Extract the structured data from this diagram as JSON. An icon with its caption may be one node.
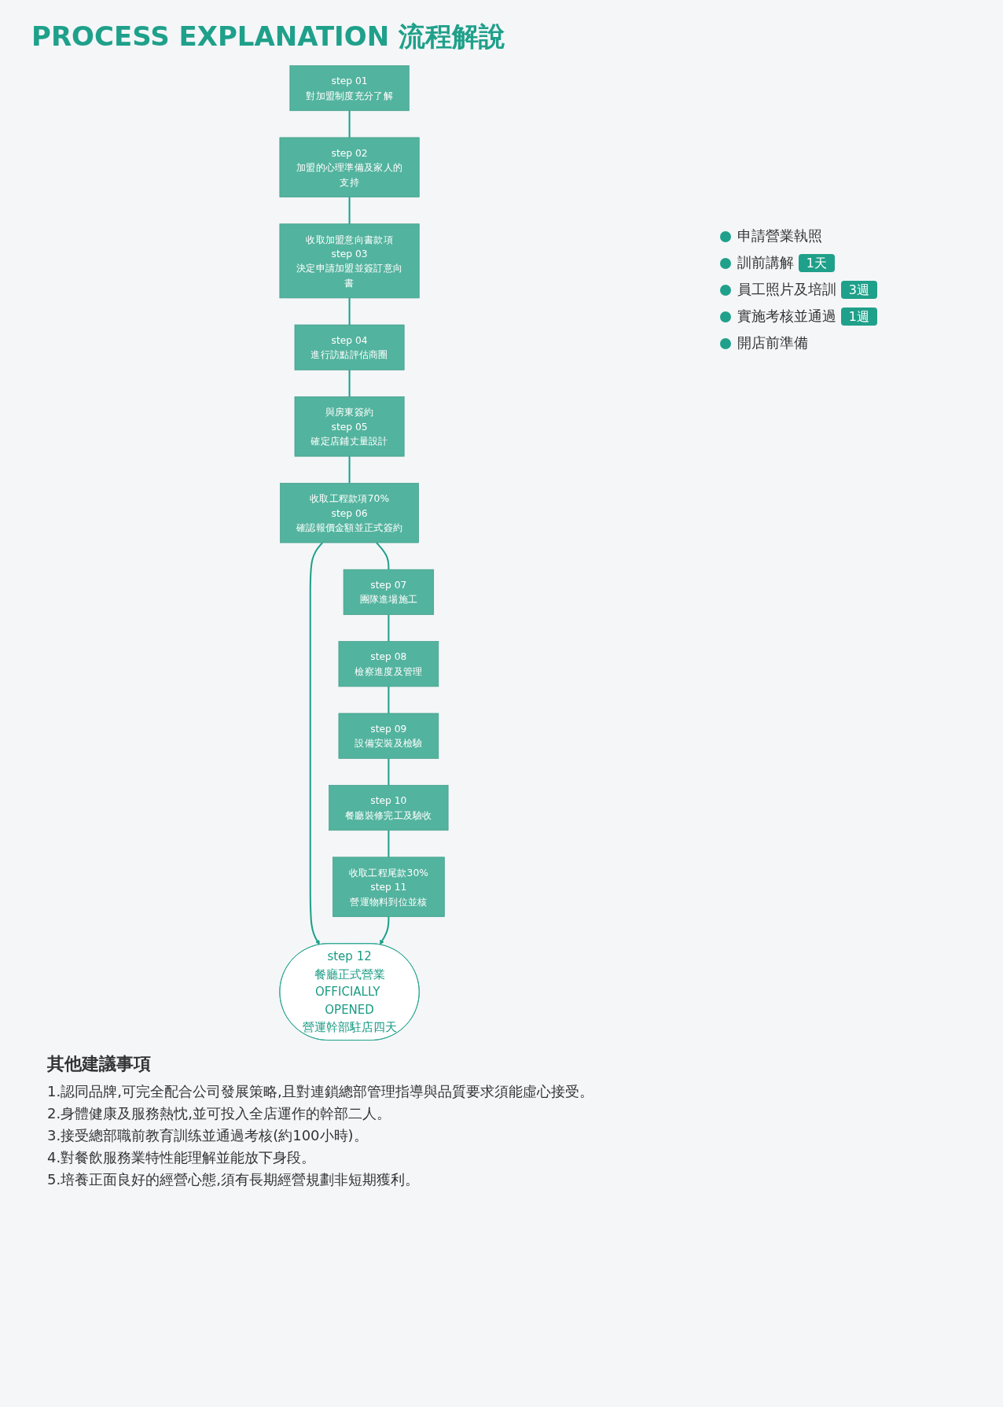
{
  "diagram": {
    "title": "PROCESS EXPLANATION 流程解說",
    "nodes": [
      {
        "text": [
          "step 01",
          "對加盟制度充分了解"
        ]
      },
      {
        "text": [
          "step 02",
          "加盟的心理準備及家人的支持"
        ]
      },
      {
        "text": [
          "收取加盟意向書款項",
          "step 03",
          "決定申請加盟並簽訂意向書"
        ]
      },
      {
        "text": [
          "step 04",
          "進行訪點評估商圈"
        ]
      },
      {
        "text": [
          "與房東簽約",
          "step 05",
          "確定店鋪丈量設計"
        ]
      },
      {
        "text": [
          "收取工程款項70%",
          "step 06",
          "確認報價金額並正式簽約"
        ]
      },
      {
        "text": [
          "step 07",
          "團隊進場施工"
        ]
      },
      {
        "text": [
          "step 08",
          "檢察進度及管理"
        ]
      },
      {
        "text": [
          "step 09",
          "設備安裝及檢驗"
        ]
      },
      {
        "text": [
          "step 10",
          "餐廳裝修完工及驗收"
        ]
      },
      {
        "text": [
          "收取工程尾款30%",
          "step 11",
          "營運物料到位並核"
        ]
      },
      {
        "text": [
          "step 12",
          "餐廳正式營業",
          "OFFICIALLY OPENED",
          "營運幹部駐店四天"
        ]
      }
    ],
    "edges": [
      {
        "from": 0,
        "to": 1,
        "arrow": "none"
      },
      {
        "from": 1,
        "to": 2,
        "arrow": "none"
      },
      {
        "from": 2,
        "to": 3,
        "arrow": "none"
      },
      {
        "from": 3,
        "to": 4,
        "arrow": "none"
      },
      {
        "from": 4,
        "to": 5,
        "arrow": "none"
      },
      {
        "from": 5,
        "to": 11,
        "arrow": "to"
      },
      {
        "from": 5,
        "to": 6,
        "arrow": "none"
      },
      {
        "from": 6,
        "to": 7,
        "arrow": "none"
      },
      {
        "from": 7,
        "to": 8,
        "arrow": "none"
      },
      {
        "from": 8,
        "to": 9,
        "arrow": "none"
      },
      {
        "from": 9,
        "to": 10,
        "arrow": "none"
      },
      {
        "from": 10,
        "to": 11,
        "arrow": "to"
      }
    ],
    "labels": [
      "申請營業執照",
      "訓前講解",
      "1天",
      "員工照片及培訓",
      "3週",
      "實施考核並通過",
      "1週",
      "開店前準備",
      "其他建議事項",
      "1.認同品牌,可完全配合公司發展策略,且對連鎖總部管理指導與品質要求須能虛心接受。",
      "2.身體健康及服務熱忱,並可投入全店運作的幹部二人。",
      "3.接受總部職前教育訓练並通過考核(約100小時)。",
      "4.對餐飲服務業特性能理解並能放下身段。",
      "5.培養正面良好的經營心態,須有長期經營規劃非短期獲利。"
    ]
  }
}
